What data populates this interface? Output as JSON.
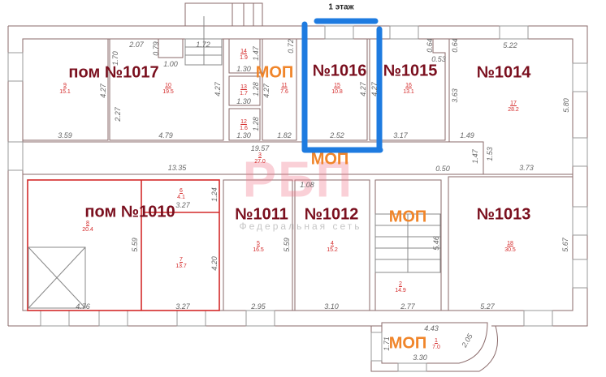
{
  "floor_title": "1 этаж",
  "highlight_color": "#1e7be0",
  "watermark": {
    "logo": "РБП",
    "subtitle": "Федеральная сеть"
  },
  "labels": {
    "r1017": "пом  №1017",
    "r1016": "№1016",
    "r1015": "№1015",
    "r1014": "№1014",
    "r1010": "пом №1010",
    "r1011": "№1011",
    "r1012": "№1012",
    "r1013": "№1013",
    "mop_top": "МОП",
    "mop_corridor": "МОП",
    "mop_stairs": "МОП",
    "mop_bay": "МОП"
  },
  "rooms": [
    {
      "num": "9",
      "area": "15.1"
    },
    {
      "num": "10",
      "area": "19.5"
    },
    {
      "num": "14",
      "area": "1.9"
    },
    {
      "num": "13",
      "area": "1.7"
    },
    {
      "num": "12",
      "area": "1.6"
    },
    {
      "num": "11",
      "area": "7.6"
    },
    {
      "num": "15",
      "area": "10.8"
    },
    {
      "num": "16",
      "area": "13.1"
    },
    {
      "num": "17",
      "area": "28.2"
    },
    {
      "num": "3",
      "area": "27.0"
    },
    {
      "num": "8",
      "area": "20.4"
    },
    {
      "num": "6",
      "area": "4.1"
    },
    {
      "num": "7",
      "area": "13.7"
    },
    {
      "num": "5",
      "area": "16.5"
    },
    {
      "num": "4",
      "area": "15.2"
    },
    {
      "num": "2",
      "area": "14.9"
    },
    {
      "num": "18",
      "area": "30.5"
    },
    {
      "num": "1",
      "area": "7.0"
    }
  ],
  "dims": [
    "2.07",
    "0.79",
    "1.00",
    "1.72",
    "1.70",
    "4.27",
    "2.27",
    "4.27",
    "3.59",
    "4.79",
    "1.47",
    "1.30",
    "1.28",
    "1.30",
    "1.28",
    "1.30",
    "0.72",
    "4.27",
    "1.82",
    "4.27",
    "2.52",
    "4.27",
    "3.17",
    "0.64",
    "0.53",
    "0.64",
    "5.22",
    "3.63",
    "5.80",
    "1.49",
    "1.47",
    "1.53",
    "3.73",
    "19.57",
    "13.35",
    "0.50",
    "1.08",
    "1.24",
    "3.27",
    "5.59",
    "4.20",
    "4.76",
    "3.27",
    "2.95",
    "5.59",
    "3.10",
    "2.77",
    "5.46",
    "5.27",
    "5.67",
    "4.43",
    "2.05",
    "1.71",
    "3.30"
  ]
}
